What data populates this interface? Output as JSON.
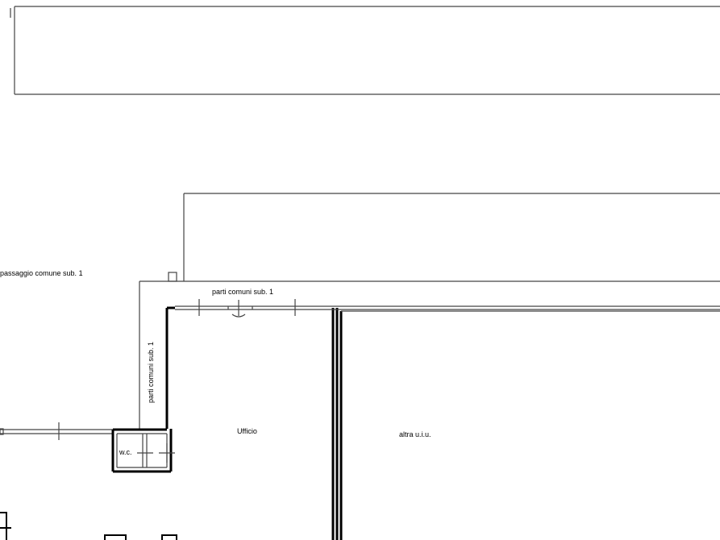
{
  "labels": {
    "passage": "passaggio comune sub. 1",
    "common_top": "parti comuni sub. 1",
    "common_vertical": "parti comuni sub. 1",
    "office": "Ufficio",
    "wc": "w.c.",
    "other": "altra u.i.u."
  },
  "colors": {
    "ink": "#000000",
    "paper": "#ffffff",
    "thin_line": "#444444"
  }
}
